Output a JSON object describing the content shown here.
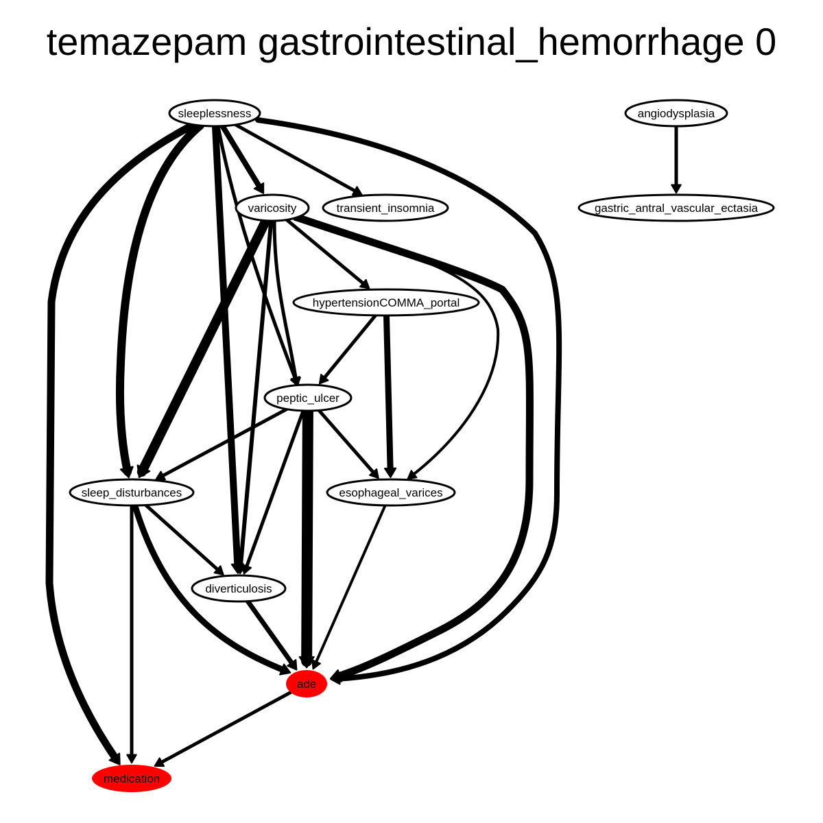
{
  "title": "temazepam gastrointestinal_hemorrhage 0",
  "colors": {
    "highlight": "#ff0000",
    "edge": "#000000",
    "node_fill": "#ffffff"
  },
  "nodes": [
    {
      "id": "sleeplessness",
      "label": "sleeplessness",
      "highlight": false
    },
    {
      "id": "angiodysplasia",
      "label": "angiodysplasia",
      "highlight": false
    },
    {
      "id": "varicosity",
      "label": "varicosity",
      "highlight": false
    },
    {
      "id": "transient_insomnia",
      "label": "transient_insomnia",
      "highlight": false
    },
    {
      "id": "gastric_antral_vascular_ectasia",
      "label": "gastric_antral_vascular_ectasia",
      "highlight": false
    },
    {
      "id": "hypertension_portal",
      "label": "hypertensionCOMMA_portal",
      "highlight": false
    },
    {
      "id": "peptic_ulcer",
      "label": "peptic_ulcer",
      "highlight": false
    },
    {
      "id": "sleep_disturbances",
      "label": "sleep_disturbances",
      "highlight": false
    },
    {
      "id": "esophageal_varices",
      "label": "esophageal_varices",
      "highlight": false
    },
    {
      "id": "diverticulosis",
      "label": "diverticulosis",
      "highlight": false
    },
    {
      "id": "ade",
      "label": "ade",
      "highlight": true
    },
    {
      "id": "medication",
      "label": "medication",
      "highlight": true
    }
  ],
  "edges": [
    {
      "source": "sleeplessness",
      "target": "varicosity",
      "weight": 8
    },
    {
      "source": "sleeplessness",
      "target": "transient_insomnia",
      "weight": 5
    },
    {
      "source": "sleeplessness",
      "target": "sleep_disturbances",
      "weight": 12
    },
    {
      "source": "sleeplessness",
      "target": "medication",
      "weight": 11
    },
    {
      "source": "sleeplessness",
      "target": "diverticulosis",
      "weight": 10
    },
    {
      "source": "sleeplessness",
      "target": "peptic_ulcer",
      "weight": 5
    },
    {
      "source": "sleeplessness",
      "target": "ade",
      "weight": 8
    },
    {
      "source": "angiodysplasia",
      "target": "gastric_antral_vascular_ectasia",
      "weight": 5
    },
    {
      "source": "varicosity",
      "target": "hypertension_portal",
      "weight": 5
    },
    {
      "source": "varicosity",
      "target": "sleep_disturbances",
      "weight": 14
    },
    {
      "source": "varicosity",
      "target": "peptic_ulcer",
      "weight": 5
    },
    {
      "source": "varicosity",
      "target": "diverticulosis",
      "weight": 6
    },
    {
      "source": "varicosity",
      "target": "esophageal_varices",
      "weight": 4
    },
    {
      "source": "varicosity",
      "target": "ade",
      "weight": 11
    },
    {
      "source": "hypertension_portal",
      "target": "peptic_ulcer",
      "weight": 5
    },
    {
      "source": "hypertension_portal",
      "target": "esophageal_varices",
      "weight": 9
    },
    {
      "source": "peptic_ulcer",
      "target": "sleep_disturbances",
      "weight": 5
    },
    {
      "source": "peptic_ulcer",
      "target": "esophageal_varices",
      "weight": 5
    },
    {
      "source": "peptic_ulcer",
      "target": "diverticulosis",
      "weight": 5
    },
    {
      "source": "peptic_ulcer",
      "target": "ade",
      "weight": 16
    },
    {
      "source": "sleep_disturbances",
      "target": "diverticulosis",
      "weight": 5
    },
    {
      "source": "sleep_disturbances",
      "target": "ade",
      "weight": 9
    },
    {
      "source": "sleep_disturbances",
      "target": "medication",
      "weight": 5
    },
    {
      "source": "esophageal_varices",
      "target": "ade",
      "weight": 4
    },
    {
      "source": "diverticulosis",
      "target": "ade",
      "weight": 7
    },
    {
      "source": "ade",
      "target": "medication",
      "weight": 5
    }
  ]
}
